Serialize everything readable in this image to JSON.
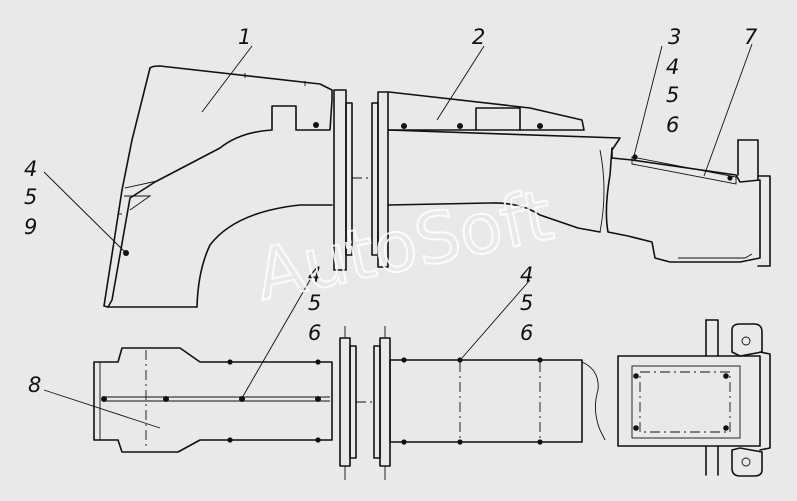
{
  "labels": {
    "l1": "1",
    "l2": "2",
    "l3": "3",
    "l4a": "4",
    "l5a": "5",
    "l6a": "6",
    "l7": "7",
    "l4b": "4",
    "l5b": "5",
    "l9": "9",
    "l4c": "4",
    "l5c": "5",
    "l6c": "6",
    "l4d": "4",
    "l5d": "5",
    "l6d": "6",
    "l8": "8"
  },
  "watermark": "AutoSoft",
  "colors": {
    "background": "#e9e9e9",
    "ink": "#111111",
    "watermark": "#ffffff"
  }
}
